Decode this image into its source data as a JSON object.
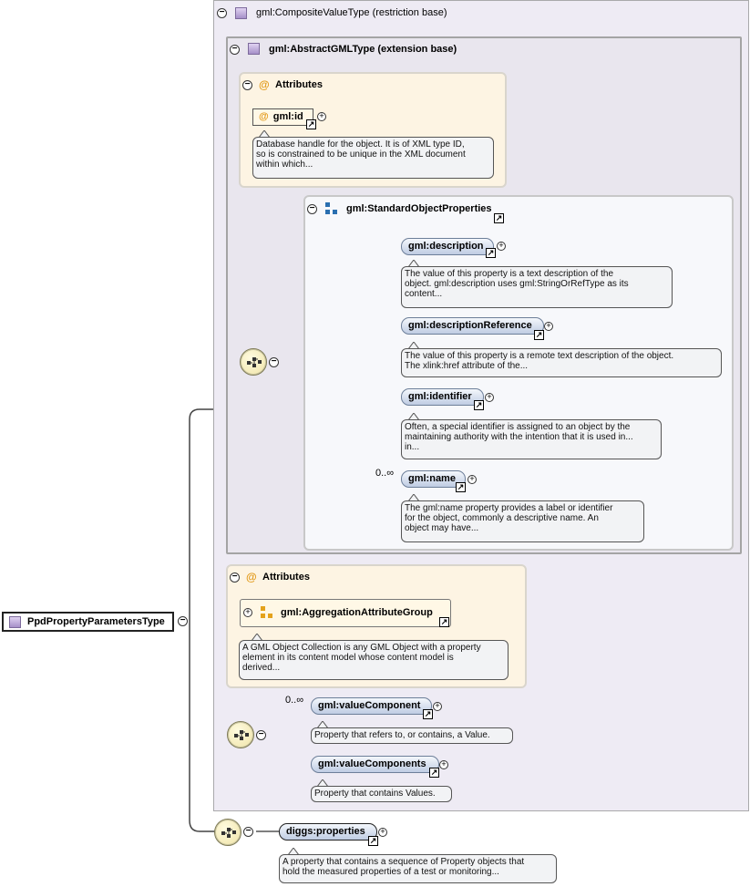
{
  "root": {
    "label": "PpdPropertyParametersType"
  },
  "composite": {
    "label": "gml:CompositeValueType (restriction base)"
  },
  "abstract": {
    "label": "gml:AbstractGMLType (extension base)"
  },
  "attributes1": {
    "label": "Attributes",
    "id_label": "gml:id",
    "id_doc": [
      "Database handle for the object. It is of XML type ID,",
      "so is constrained to be unique in the XML document",
      "within which..."
    ]
  },
  "standard_props": {
    "label": "gml:StandardObjectProperties",
    "elements": [
      {
        "label": "gml:description",
        "doc": [
          "The value of this property is a text description of the",
          "object. gml:description uses gml:StringOrRefType as its",
          "content..."
        ]
      },
      {
        "label": "gml:descriptionReference",
        "doc": [
          "The value of this property is a remote text description of the object.",
          "The xlink:href attribute of the..."
        ]
      },
      {
        "label": "gml:identifier",
        "doc": [
          "Often, a special identifier is assigned to an object by the",
          "maintaining authority with the intention that it is used in..."
        ]
      },
      {
        "label": "gml:name",
        "occurs": "0..∞",
        "doc": [
          "The gml:name property provides a label or identifier",
          "for the object, commonly a descriptive name. An",
          "object may have..."
        ]
      }
    ]
  },
  "attributes2": {
    "label": "Attributes",
    "group_label": "gml:AggregationAttributeGroup",
    "group_doc": [
      "A GML Object Collection is any GML Object with a property",
      "element in its content model whose content model is",
      "derived..."
    ]
  },
  "value_choice": {
    "elements": [
      {
        "label": "gml:valueComponent",
        "occurs": "0..∞",
        "doc": [
          "Property that refers to, or contains, a Value."
        ]
      },
      {
        "label": "gml:valueComponents",
        "doc": [
          "Property that contains Values."
        ]
      }
    ]
  },
  "diggs": {
    "label": "diggs:properties",
    "doc": [
      "A property that contains a sequence of Property objects that",
      "hold the measured properties of a test or monitoring..."
    ]
  },
  "icons": {
    "collapse": "minus-circle-icon",
    "expand": "plus-circle-icon",
    "link": "arrow-link-icon",
    "sequence": "sequence-icon",
    "type": "complex-type-icon",
    "attribute": "at-sign-icon",
    "group": "attribute-group-icon"
  },
  "colors": {
    "attr_bg": "#fdf4e3",
    "panel_bg": "#eeebf4",
    "element_fill": "#bfcce3",
    "sequence_fill": "#efe3a5"
  }
}
